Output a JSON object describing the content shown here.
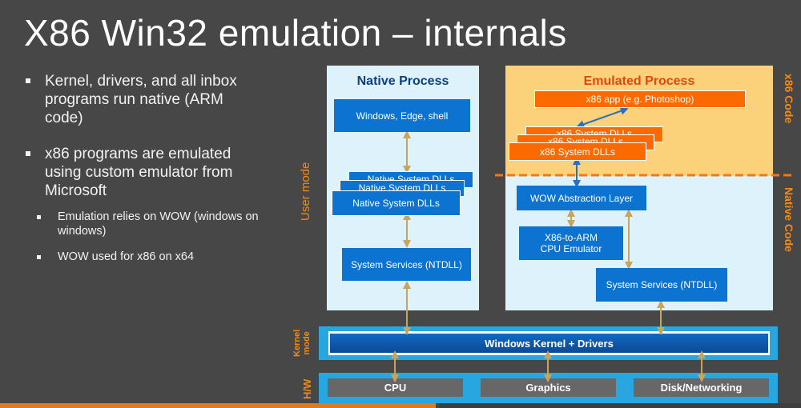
{
  "slide": {
    "title": "X86 Win32 emulation – internals",
    "bullets": [
      "Kernel, drivers, and all inbox programs run native (ARM code)",
      "x86 programs are emulated using custom emulator from Microsoft"
    ],
    "sub_bullets": [
      "Emulation relies on WOW (windows on windows)",
      "WOW used for x86 on x64"
    ]
  },
  "diagram": {
    "native_process": {
      "title": "Native Process",
      "windows_edge_shell": "Windows, Edge, shell",
      "dll_stack": [
        "Native System DLLs",
        "Native System DLLs",
        "Native System DLLs"
      ],
      "system_services": "System Services (NTDLL)"
    },
    "emulated_process": {
      "title": "Emulated Process",
      "x86_app": "x86 app (e.g. Photoshop)",
      "dll_stack": [
        "x86 System DLLs",
        "x86 System DLLs",
        "x86 System DLLs"
      ],
      "wow_layer": "WOW Abstraction Layer",
      "emulator_line1": "X86-to-ARM",
      "emulator_line2": "CPU Emulator",
      "system_services": "System Services (NTDLL)"
    },
    "labels": {
      "user_mode": "User mode",
      "kernel_mode_line1": "Kernel",
      "kernel_mode_line2": "mode",
      "hw": "H/W",
      "x86_code": "x86 Code",
      "native_code": "Native Code"
    },
    "kernel": "Windows Kernel + Drivers",
    "hardware": [
      "CPU",
      "Graphics",
      "Disk/Networking"
    ],
    "colors": {
      "background": "#474747",
      "panel_light_blue": "#def2fb",
      "panel_yellow": "#fbd279",
      "box_blue": "#0c74d0",
      "box_orange": "#fb6a00",
      "label_orange": "#f08a1a",
      "band_blue": "#28a6e0",
      "hw_gray": "#676767",
      "arrow_tan": "#c9a55a"
    }
  }
}
